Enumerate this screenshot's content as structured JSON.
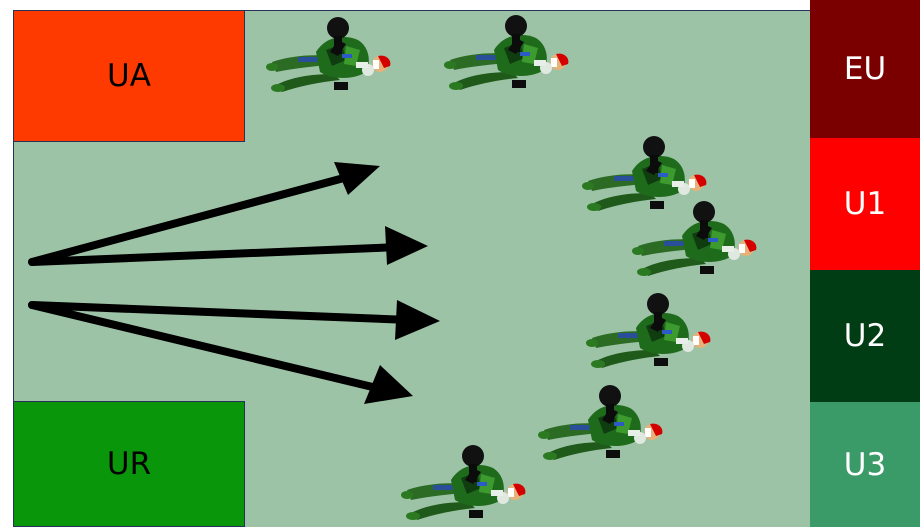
{
  "zones": {
    "ua": {
      "label": "UA",
      "color": "#ff3a00"
    },
    "ur": {
      "label": "UR",
      "color": "#0a960a"
    }
  },
  "sidebar": [
    {
      "label": "EU",
      "color": "#7a0000"
    },
    {
      "label": "U1",
      "color": "#ff0000"
    },
    {
      "label": "U2",
      "color": "#003c14"
    },
    {
      "label": "U3",
      "color": "#3a9a68"
    }
  ],
  "field_color": "#9dc3a7",
  "arrow_color": "#000000",
  "arrow_count": 4,
  "soldier_count": 7,
  "soldier_icon": "crawling-soldier-icon"
}
